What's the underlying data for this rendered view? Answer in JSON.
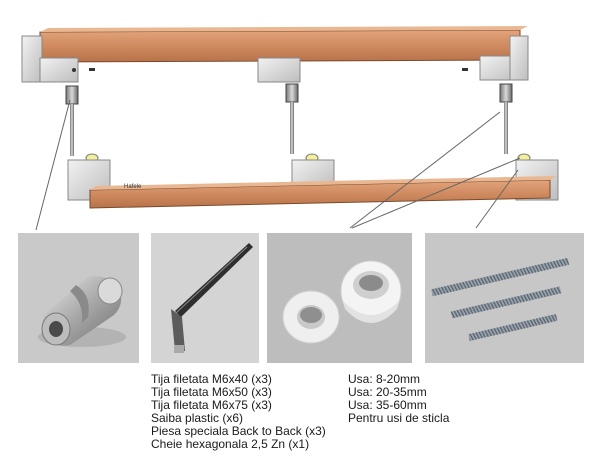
{
  "diagram": {
    "brand_label": "Hafele"
  },
  "parts_list": [
    "Tija filetata M6x40 (x3)",
    "Tija filetata M6x50 (x3)",
    "Tija filetata M6x75 (x3)",
    "Saiba plastic (x6)",
    "Piesa speciala Back to Back (x3)",
    "Cheie hexagonala 2,5 Zn (x1)"
  ],
  "usage_list": [
    "Usa: 8-20mm",
    "Usa: 20-35mm",
    "Usa: 35-60mm",
    "Pentru usi de sticla"
  ]
}
